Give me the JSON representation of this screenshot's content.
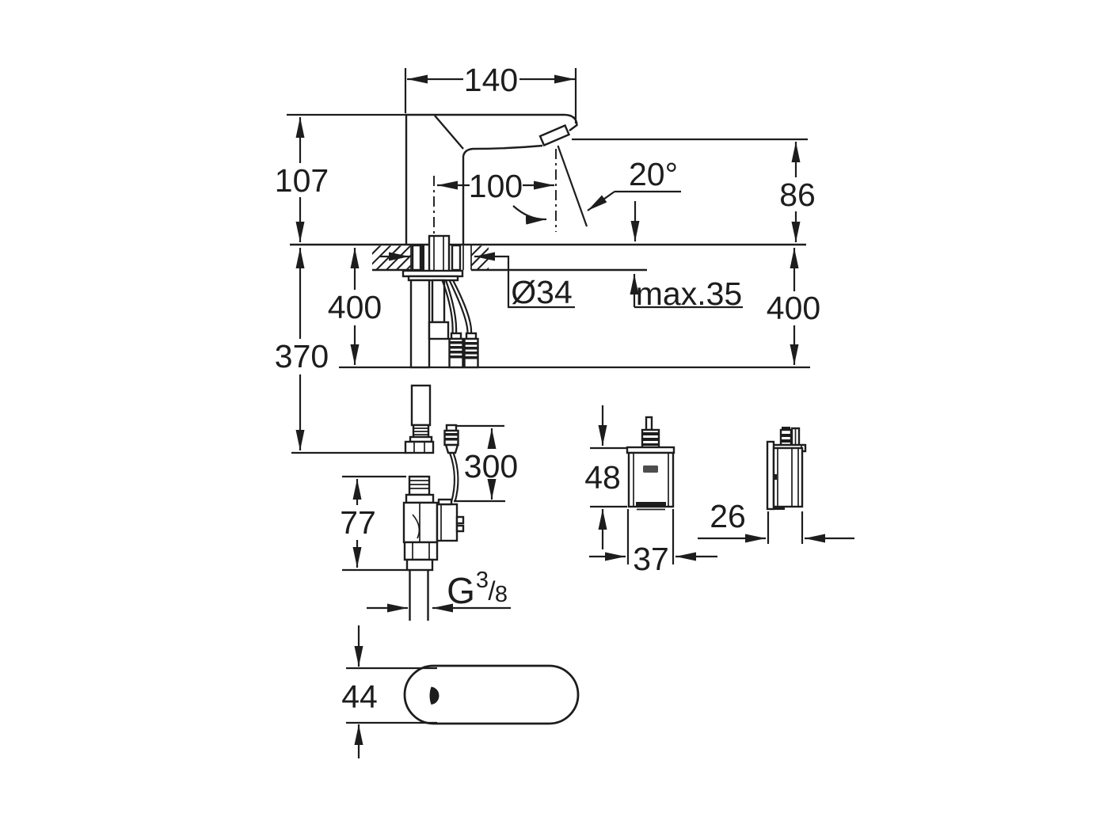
{
  "drawing": {
    "labels": {
      "width_140": "140",
      "height_107": "107",
      "reach_100": "100",
      "angle_20": "20°",
      "outlet_86": "86",
      "hole_dia": "Ø34",
      "deck_max": "max.35",
      "hose_400_left": "400",
      "hose_400_right": "400",
      "supply_370": "370",
      "cable_300": "300",
      "valve_77": "77",
      "thread_g": "G",
      "thread_numerator": "3",
      "thread_slash": "/",
      "thread_denominator": "8",
      "box_48": "48",
      "box_37": "37",
      "box_26": "26",
      "base_44": "44"
    },
    "colors": {
      "line": "#1d1d1d",
      "background": "#ffffff"
    }
  }
}
